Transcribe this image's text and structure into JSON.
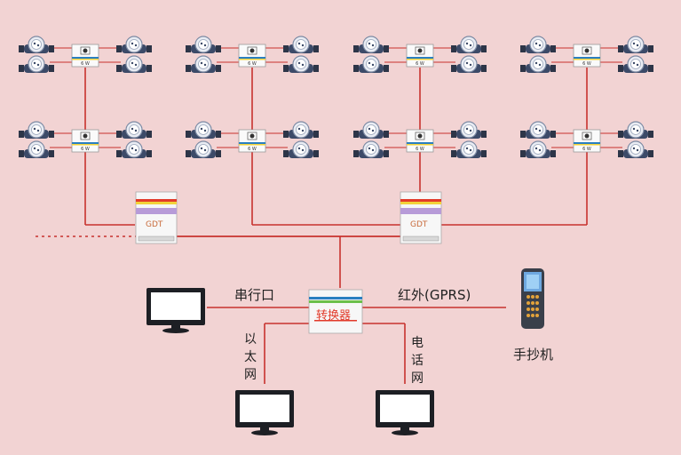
{
  "colors": {
    "background": "#f2d3d3",
    "wire": "#c8322e",
    "trunk": "#c8322e",
    "module_stripe_blue": "#2a7fc0",
    "module_stripe_yellow": "#f2d23a",
    "concentrator_red": "#e23a2a",
    "concentrator_purple": "#b79bd8"
  },
  "meter_group": {
    "module_text": "6 W"
  },
  "concentrators": [
    {
      "text": "GDT"
    },
    {
      "text": "GDT"
    }
  ],
  "converter": {
    "label": "转换器"
  },
  "links": {
    "serial": "串行口",
    "infrared": "红外(GPRS)",
    "ethernet": [
      "以",
      "太",
      "网"
    ],
    "telephone": [
      "电",
      "话",
      "网"
    ]
  },
  "handheld": {
    "label": "手抄机"
  },
  "icons": {
    "meter": "water-meter-icon",
    "module": "collector-module-icon",
    "concentrator": "concentrator-icon",
    "converter": "converter-box-icon",
    "monitor": "computer-monitor-icon",
    "handheld": "handheld-terminal-icon"
  }
}
